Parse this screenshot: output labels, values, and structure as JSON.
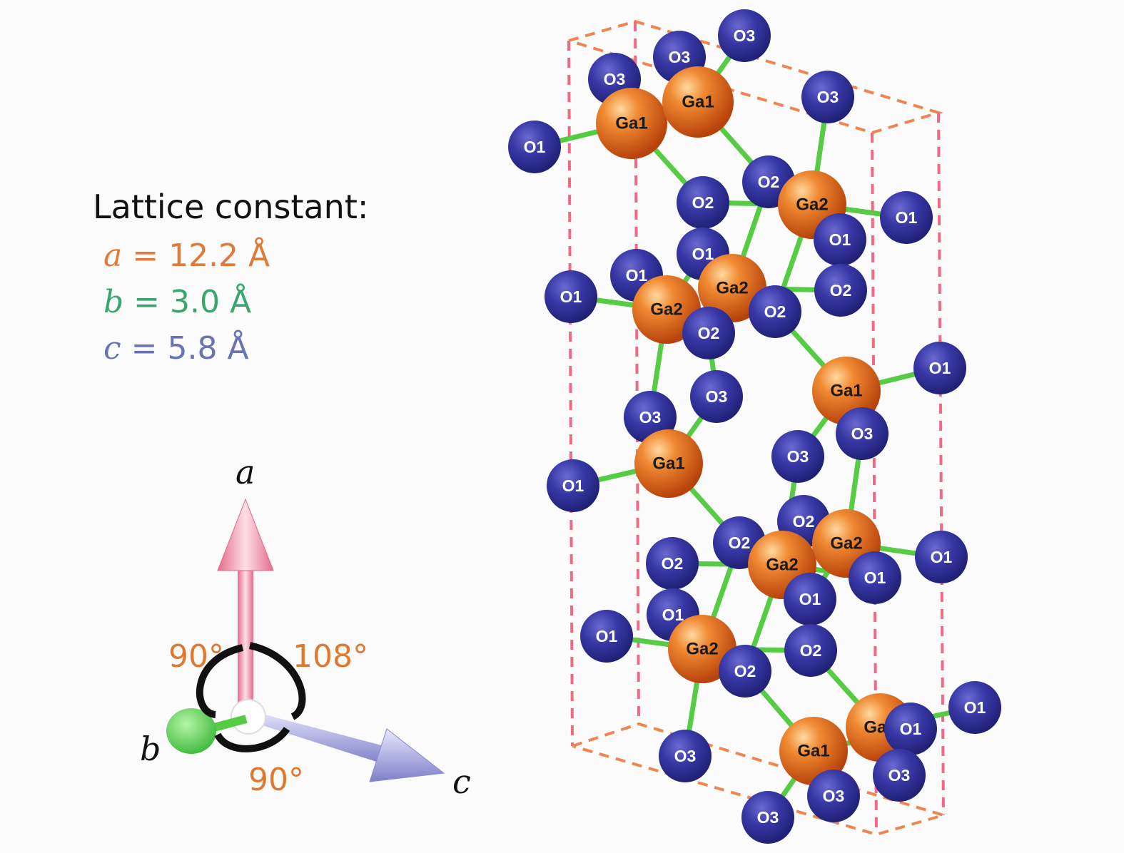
{
  "legend": {
    "title": "Lattice constant:",
    "constants": [
      {
        "symbol": "a",
        "text": " = 12.2 Å",
        "color": "#e07a3a"
      },
      {
        "symbol": "b",
        "text": " = 3.0 Å",
        "color": "#3aa66e"
      },
      {
        "symbol": "c",
        "text": " = 5.8 Å",
        "color": "#6a73b3"
      }
    ]
  },
  "axes": {
    "a_label": "a",
    "b_label": "b",
    "c_label": "c",
    "angles": {
      "ab": "90°",
      "ac": "108°",
      "bc": "90°"
    }
  },
  "colors": {
    "gallium": "#e3661e",
    "oxygen": "#3a3aa8",
    "bond": "#55cc44",
    "cell_orange": "#ee8a4a",
    "cell_pink": "#f06a86",
    "axis_a": "#f08aa4",
    "axis_b": "#66dd55",
    "axis_c": "#9a9ad8",
    "angle_text": "#e0782e"
  },
  "atom_labels": {
    "Ga1": "Ga1",
    "Ga2": "Ga2",
    "O1": "O1",
    "O2": "O2",
    "O3": "O3"
  }
}
